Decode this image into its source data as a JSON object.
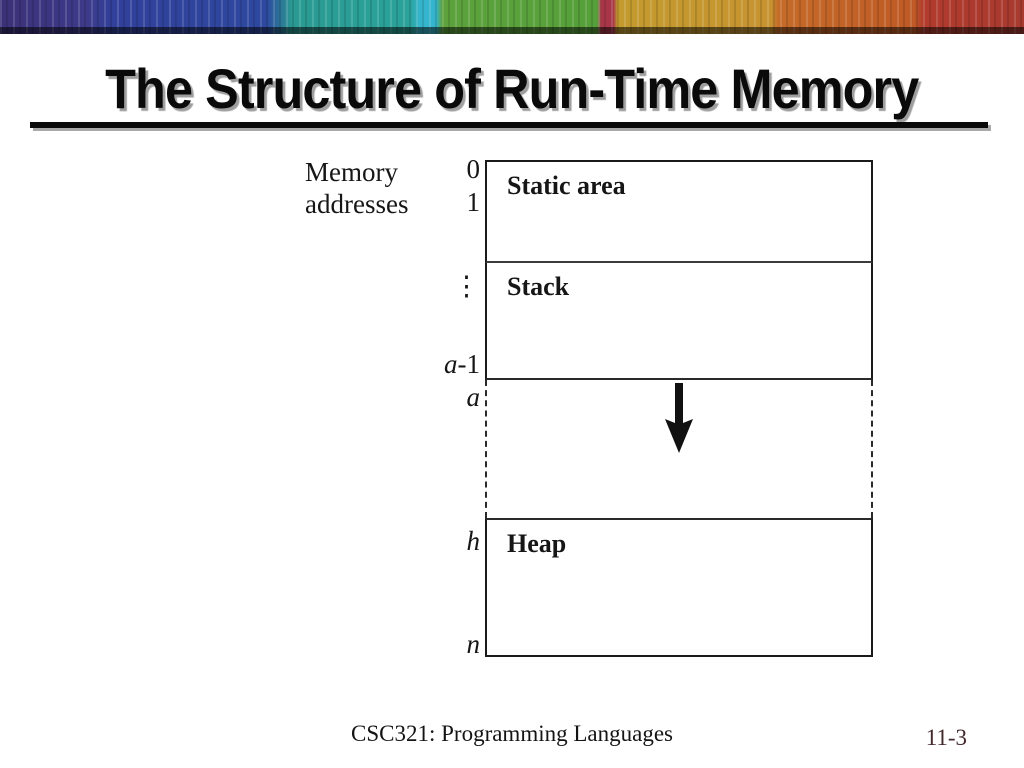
{
  "slide": {
    "title": "The Structure of Run-Time Memory",
    "footer_course": "CSC321: Programming Languages",
    "page_number": "11-3"
  },
  "diagram": {
    "axis_label_line1": "Memory",
    "axis_label_line2": "addresses",
    "addresses": [
      {
        "var": "",
        "suffix": "0"
      },
      {
        "var": "",
        "suffix": "1"
      },
      {
        "var": "",
        "suffix": "⋮"
      },
      {
        "var": "a",
        "suffix": "-1"
      },
      {
        "var": "a",
        "suffix": ""
      },
      {
        "var": "h",
        "suffix": ""
      },
      {
        "var": "n",
        "suffix": ""
      }
    ],
    "sections": [
      {
        "label": "Static area",
        "border": "solid"
      },
      {
        "label": "Stack",
        "border": "solid"
      },
      {
        "label": "",
        "border": "dashed",
        "icon": "down-arrow"
      },
      {
        "label": "Heap",
        "border": "solid"
      }
    ]
  },
  "colors": {
    "pagenum": "#42292d",
    "line": "#1a1a1a",
    "title_shadow": "#9e9e9e",
    "spectrum_hues": [
      "#3b3178",
      "#31409a",
      "#2a9a92",
      "#35b5cd",
      "#5da23c",
      "#a83648",
      "#c39b2e",
      "#c56b28",
      "#b13b2d"
    ]
  }
}
